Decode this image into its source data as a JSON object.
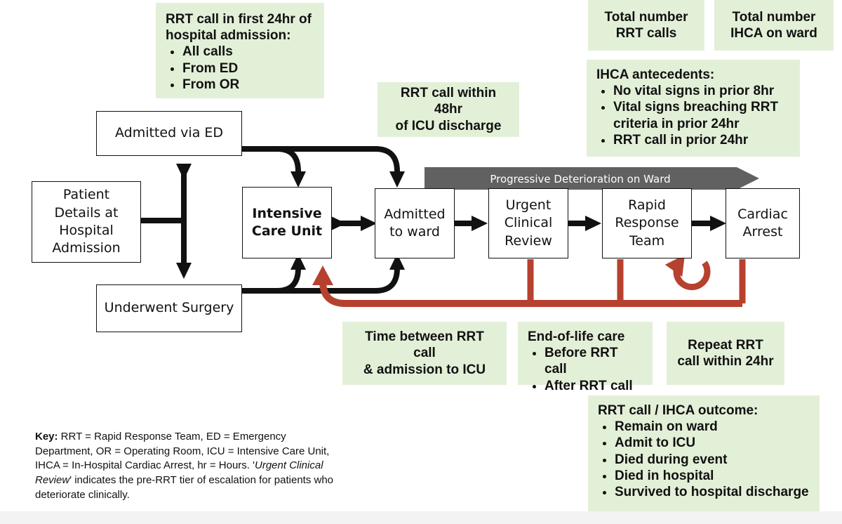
{
  "nodes": {
    "admitted_ed": "Admitted via ED",
    "patient_details": "Patient\nDetails at\nHospital\nAdmission",
    "underwent_surgery": "Underwent Surgery",
    "icu": "Intensive\nCare Unit",
    "admitted_ward": "Admitted\nto ward",
    "urgent_review": "Urgent\nClinical\nReview",
    "rrt": "Rapid\nResponse\nTeam",
    "cardiac_arrest": "Cardiac\nArrest"
  },
  "banner": "Progressive Deterioration on Ward",
  "notes": {
    "first24": {
      "title": "RRT call in first 24hr of\nhospital admission:",
      "items": [
        "All calls",
        "From ED",
        "From OR"
      ]
    },
    "icu_discharge": "RRT call within 48hr\nof ICU discharge",
    "total_rrt": "Total number\nRRT calls",
    "total_ihca": "Total number\nIHCA on ward",
    "antecedents": {
      "title": "IHCA antecedents:",
      "items": [
        "No vital signs in prior 8hr",
        "Vital signs breaching RRT criteria in prior 24hr",
        "RRT call in prior 24hr"
      ]
    },
    "time_between": "Time between RRT call\n& admission to ICU",
    "eol": {
      "title": "End-of-life care",
      "items": [
        "Before RRT call",
        "After RRT call"
      ]
    },
    "repeat": "Repeat RRT\ncall within 24hr",
    "outcome": {
      "title": "RRT call / IHCA outcome:",
      "items": [
        "Remain on ward",
        "Admit to ICU",
        "Died during event",
        "Died in hospital",
        "Survived to hospital discharge"
      ]
    }
  },
  "key": {
    "label": "Key:",
    "text1": " RRT = Rapid Response Team, ED = Emergency Department, OR = Operating Room, ICU = Intensive Care Unit, IHCA = In-Hospital Cardiac Arrest, hr = Hours.",
    "quote_open": "'",
    "italic": "Urgent Clinical Review",
    "text2": "' indicates the pre-RRT tier of escalation for patients who deteriorate clinically."
  },
  "colors": {
    "black_arrow": "#111111",
    "red_arrow": "#b7412f",
    "banner": "#616161",
    "note_bg": "#e3f0d8"
  }
}
